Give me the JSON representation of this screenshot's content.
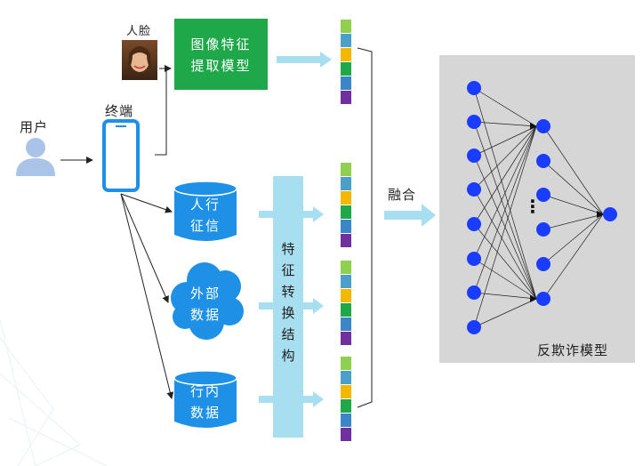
{
  "labels": {
    "user": "用户",
    "terminal": "终端",
    "face": "人脸",
    "image_model": [
      "图像特征",
      "提取模型"
    ],
    "bank_credit": [
      "人行",
      "征信"
    ],
    "external_data": [
      "外部",
      "数据"
    ],
    "internal_data": [
      "行内",
      "数据"
    ],
    "feature_transform": [
      "特",
      "征",
      "转",
      "换",
      "结",
      "构"
    ],
    "fusion": "融合",
    "anti_fraud_model": "反欺诈模型",
    "ellipsis": "⋮"
  },
  "colors": {
    "blue": "#1e90e6",
    "green": "#1fa84a",
    "light_blue": "#a8dff0",
    "panel": "#d6d6d6",
    "node": "#1a3cff",
    "user_icon": "#a9c4e8",
    "vector": [
      "#8fd14f",
      "#4aa0c8",
      "#f5b800",
      "#1fa84a",
      "#3a86c8",
      "#7030a0"
    ]
  },
  "icons": [
    "user-icon",
    "phone-icon",
    "face-photo",
    "database-icon",
    "cloud-icon",
    "arrow-icon"
  ]
}
